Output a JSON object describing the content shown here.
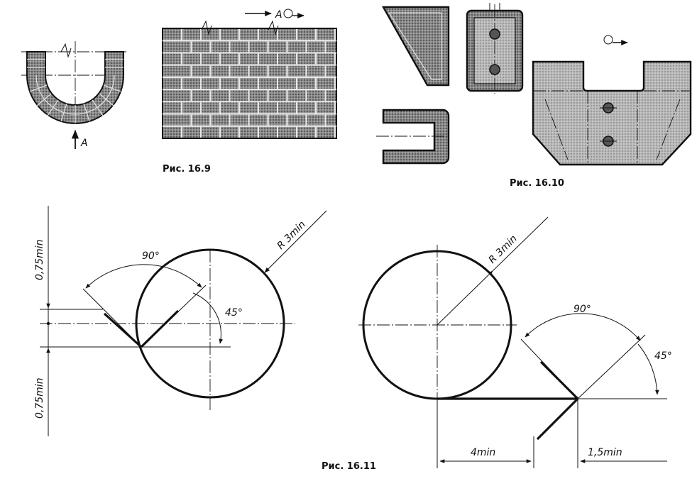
{
  "figures": {
    "fig_16_9": {
      "caption": "Рис. 16.9",
      "view_label_top": "A",
      "view_label_arrow": "A"
    },
    "fig_16_10": {
      "caption": "Рис. 16.10"
    },
    "fig_16_11": {
      "caption": "Рис. 16.11",
      "left": {
        "angle_90": "90°",
        "angle_45": "45°",
        "radius": "R 3min",
        "gap_top": "0,75min",
        "gap_bottom": "0,75min"
      },
      "right": {
        "radius": "R 3min",
        "angle_90": "90°",
        "angle_45": "45°",
        "dim_left": "4min",
        "dim_right": "1,5min"
      }
    }
  },
  "colors": {
    "ink": "#111111",
    "hatch": "#555555",
    "paper": "#ffffff"
  }
}
